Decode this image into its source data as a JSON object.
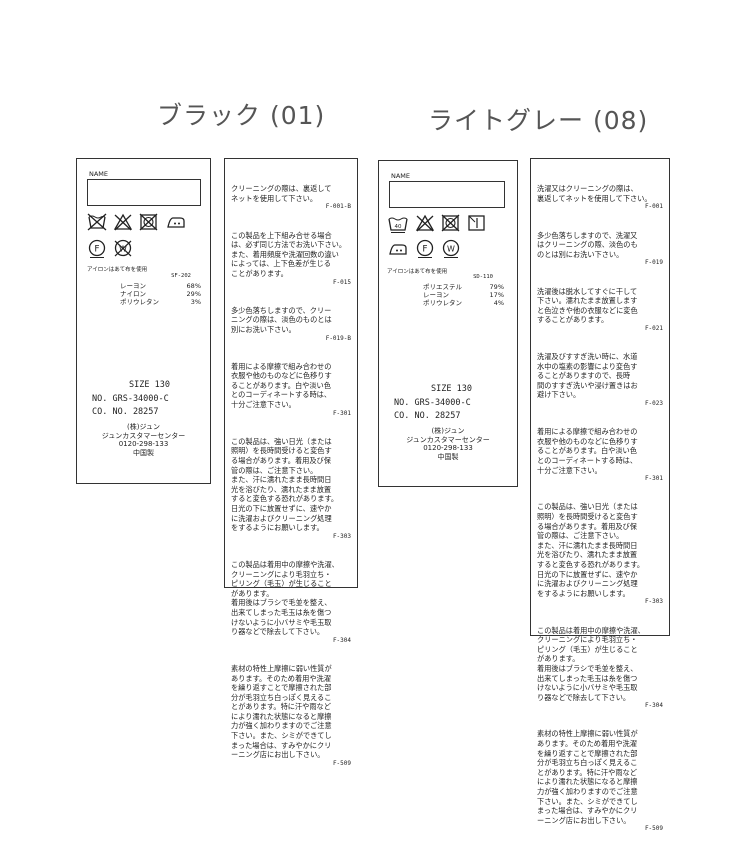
{
  "titles": {
    "black": "ブラック (01)",
    "lightgray": "ライトグレー (08)"
  },
  "tag_black": {
    "name_caption": "NAME",
    "care_icons": [
      "wash-tub-crossed-icon",
      "bleach-crossed-icon",
      "tumble-dry-crossed-icon",
      "iron-medium-icon",
      "dry-clean-f-icon",
      "wet-clean-crossed-icon"
    ],
    "iron_note": "アイロンはあて布を使用",
    "code": "SF-202",
    "fibers": [
      {
        "name": "レーヨン",
        "pct": "68%"
      },
      {
        "name": "ナイロン",
        "pct": "29%"
      },
      {
        "name": "ポリウレタン",
        "pct": "3%"
      }
    ],
    "size_label": "SIZE 130",
    "no": "NO. GRS-34000-C",
    "co": "CO. NO. 28257",
    "maker_lines": [
      "(株)ジュン",
      "ジュンカスタマーセンター",
      "0120-298-133",
      "中国製"
    ]
  },
  "tag_gray": {
    "name_caption": "NAME",
    "care_icons": [
      "hand-wash-icon",
      "bleach-crossed-icon",
      "tumble-dry-crossed-icon",
      "line-dry-shade-icon",
      "iron-medium-icon",
      "dry-clean-f-icon",
      "wet-clean-w-icon"
    ],
    "iron_note": "アイロンはあて布を使用",
    "code": "SD-110",
    "fibers": [
      {
        "name": "ポリエステル",
        "pct": "79%"
      },
      {
        "name": "レーヨン",
        "pct": "17%"
      },
      {
        "name": "ポリウレタン",
        "pct": "4%"
      }
    ],
    "size_label": "SIZE 130",
    "no": "NO. GRS-34000-C",
    "co": "CO. NO. 28257",
    "maker_lines": [
      "(株)ジュン",
      "ジュンカスタマーセンター",
      "0120-298-133",
      "中国製"
    ]
  },
  "care_black": {
    "blocks": [
      {
        "text": "クリーニングの際は、裏返して\nネットを使用して下さい。",
        "code": "F-001-B"
      },
      {
        "text": "この製品を上下組み合せる場合\nは、必ず同じ方法でお洗い下さい。\nまた、着用頻度や洗濯回数の違い\nによっては、上下色差が生じる\nことがあります。",
        "code": "F-015"
      },
      {
        "text": "多少色落ちしますので、クリー\nニングの際は、淡色のものとは\n別にお洗い下さい。",
        "code": "F-019-B"
      },
      {
        "text": "着用による摩擦で組み合わせの\n衣服や他のものなどに色移りす\nることがあります。白や淡い色\nとのコーディネートする時は、\n十分ご注意下さい。",
        "code": "F-301"
      },
      {
        "text": "この製品は、強い日光（または\n照明）を長時間受けると変色す\nる場合があります。着用及び保\n管の際は、ご注意下さい。\nまた、汗に濡れたまま長時間日\n光を浴びたり、濡れたまま放置\nすると変色する恐れがあります。\n日光の下に放置せずに、速やか\nに洗濯およびクリーニング処理\nをするようにお願いします。",
        "code": "F-303"
      },
      {
        "text": "この製品は着用中の摩擦や洗濯、\nクリーニングにより毛羽立ち・\nピリング（毛玉）が生じること\nがあります。\n着用後はブラシで毛並を整え、\n出来てしまった毛玉は糸を傷つ\nけないように小バサミや毛玉取\nり器などで除去して下さい。",
        "code": "F-304"
      },
      {
        "text": "素材の特性上摩擦に弱い性質が\nあります。そのため着用や洗濯\nを繰り返すことで摩擦された部\n分が毛羽立ち白っぽく見えるこ\nとがあります。特に汗や雨など\nにより濡れた状態になると摩擦\n力が強く加わりますのでご注意\n下さい。また、シミができてし\nまった場合は、すみやかにクリ\nーニング店にお出し下さい。",
        "code": "F-509"
      }
    ]
  },
  "care_gray": {
    "blocks": [
      {
        "text": "洗濯又はクリーニングの際は、\n裏返してネットを使用して下さい。",
        "code": "F-001"
      },
      {
        "text": "多少色落ちしますので、洗濯又\nはクリーニングの際、淡色のも\nのとは別にお洗い下さい。",
        "code": "F-019"
      },
      {
        "text": "洗濯後は脱水してすぐに干して\n下さい。濡れたまま放置します\nと色泣きや他の衣服などに変色\nすることがあります。",
        "code": "F-021"
      },
      {
        "text": "洗濯及びすすぎ洗い時に、水道\n水中の塩素の影響により変色す\nることがありますので、長時\n間のすすぎ洗いや浸け置きはお\n避け下さい。",
        "code": "F-023"
      },
      {
        "text": "着用による摩擦で組み合わせの\n衣服や他のものなどに色移りす\nることがあります。白や淡い色\nとのコーディネートする時は、\n十分ご注意下さい。",
        "code": "F-301"
      },
      {
        "text": "この製品は、強い日光（または\n照明）を長時間受けると変色す\nる場合があります。着用及び保\n管の際は、ご注意下さい。\nまた、汗に濡れたまま長時間日\n光を浴びたり、濡れたまま放置\nすると変色する恐れがあります。\n日光の下に放置せずに、速やか\nに洗濯およびクリーニング処理\nをするようにお願いします。",
        "code": "F-303"
      },
      {
        "text": "この製品は着用中の摩擦や洗濯、\nクリーニングにより毛羽立ち・\nピリング（毛玉）が生じること\nがあります。\n着用後はブラシで毛並を整え、\n出来てしまった毛玉は糸を傷つ\nけないように小バサミや毛玉取\nり器などで除去して下さい。",
        "code": "F-304"
      },
      {
        "text": "素材の特性上摩擦に弱い性質が\nあります。そのため着用や洗濯\nを繰り返すことで摩擦された部\n分が毛羽立ち白っぽく見えるこ\nとがあります。特に汗や雨など\nにより濡れた状態になると摩擦\n力が強く加わりますのでご注意\n下さい。また、シミができてし\nまった場合は、すみやかにクリ\nーニング店にお出し下さい。",
        "code": "F-509"
      }
    ]
  }
}
